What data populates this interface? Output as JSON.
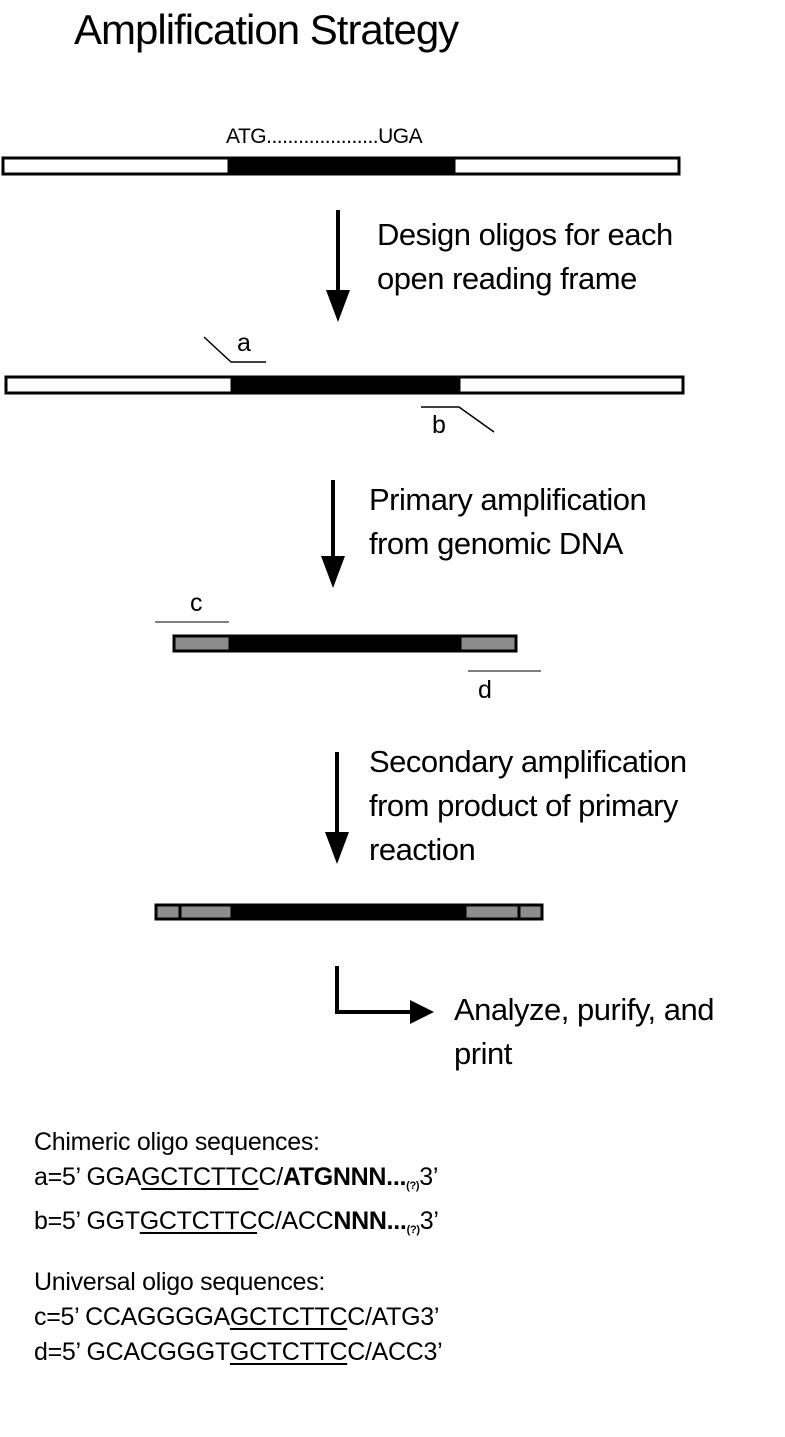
{
  "title": "Amplification Strategy",
  "gene_marker": "ATG.....................UGA",
  "steps": [
    "Design oligos for each\nopen reading frame",
    "Primary amplification\nfrom genomic DNA",
    "Secondary amplification\nfrom product of primary\nreaction",
    "Analyze, purify, and\nprint"
  ],
  "primer_labels": {
    "a": "a",
    "b": "b",
    "c": "c",
    "d": "d"
  },
  "chimeric": {
    "heading": "Chimeric oligo sequences:",
    "a": {
      "prefix": "a=5’ GGA",
      "underlined": "GCTCTTC",
      "middle": "C/",
      "bold": "ATGNNN...",
      "sub": "(?)",
      "suffix": "3’"
    },
    "b": {
      "prefix": "b=5’ GGT",
      "underlined": "GCTCTTC",
      "middle": "C/ACC",
      "bold": "NNN...",
      "sub": "(?)",
      "suffix": "3’"
    }
  },
  "universal": {
    "heading": "Universal oligo sequences:",
    "c": {
      "prefix": "c=5’ CCAGGGGA",
      "underlined": "GCTCTTC",
      "suffix": "C/ATG3’"
    },
    "d": {
      "prefix": "d=5’ GCACGGGT",
      "underlined": "GCTCTTC",
      "suffix": "C/ACC3’"
    }
  },
  "colors": {
    "black": "#000000",
    "white": "#ffffff",
    "gray": "#8c8c8c",
    "primer_line": "#555555"
  }
}
